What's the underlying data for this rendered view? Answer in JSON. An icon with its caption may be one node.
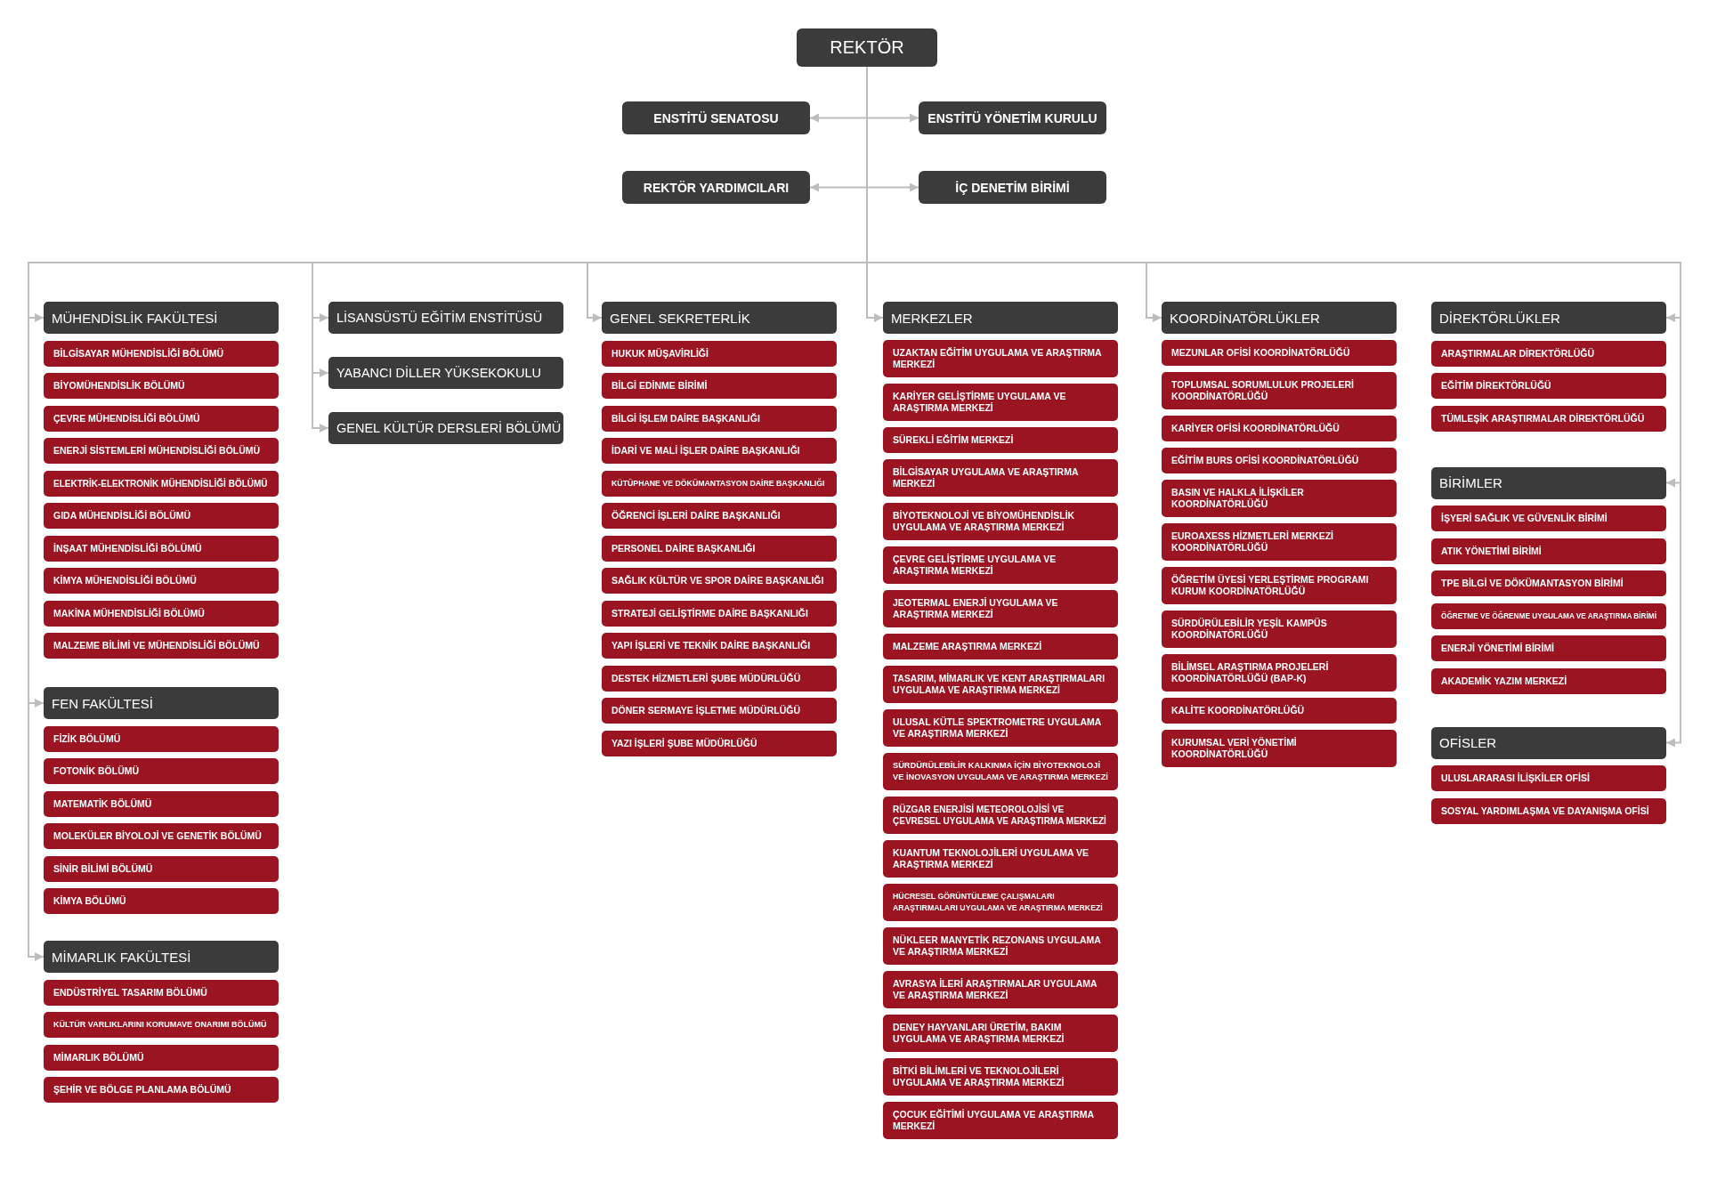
{
  "diagram": {
    "nodes": [
      {
        "text": [
          "REKTÖR"
        ]
      },
      {
        "text": [
          "ENSTİTÜ SENATOSU"
        ]
      },
      {
        "text": [
          "ENSTİTÜ YÖNETİM KURULU"
        ]
      },
      {
        "text": [
          "REKTÖR YARDIMCILARI"
        ]
      },
      {
        "text": [
          "İÇ DENETİM BİRİMİ"
        ]
      },
      {
        "text": [
          "MÜHENDİSLİK FAKÜLTESİ"
        ]
      },
      {
        "text": [
          "BİLGİSAYAR MÜHENDİSLİĞİ BÖLÜMÜ"
        ]
      },
      {
        "text": [
          "BİYOMÜHENDİSLİK BÖLÜMÜ"
        ]
      },
      {
        "text": [
          "ÇEVRE MÜHENDİSLİĞİ BÖLÜMÜ"
        ]
      },
      {
        "text": [
          "ENERJİ SİSTEMLERİ MÜHENDİSLİĞİ BÖLÜMÜ"
        ]
      },
      {
        "text": [
          "ELEKTRİK-ELEKTRONİK MÜHENDİSLİĞİ BÖLÜMÜ"
        ]
      },
      {
        "text": [
          "GIDA MÜHENDİSLİĞİ BÖLÜMÜ"
        ]
      },
      {
        "text": [
          "İNŞAAT MÜHENDİSLİĞİ BÖLÜMÜ"
        ]
      },
      {
        "text": [
          "KİMYA MÜHENDİSLİĞİ BÖLÜMÜ"
        ]
      },
      {
        "text": [
          "MAKİNA MÜHENDİSLİĞİ BÖLÜMÜ"
        ]
      },
      {
        "text": [
          "MALZEME BİLİMİ VE MÜHENDİSLİĞİ BÖLÜMÜ"
        ]
      },
      {
        "text": [
          "FEN FAKÜLTESİ"
        ]
      },
      {
        "text": [
          "FİZİK BÖLÜMÜ"
        ]
      },
      {
        "text": [
          "FOTONİK BÖLÜMÜ"
        ]
      },
      {
        "text": [
          "MATEMATİK BÖLÜMÜ"
        ]
      },
      {
        "text": [
          "MOLEKÜLER BİYOLOJİ VE GENETİK BÖLÜMÜ"
        ]
      },
      {
        "text": [
          "SİNİR BİLİMİ BÖLÜMÜ"
        ]
      },
      {
        "text": [
          "KİMYA BÖLÜMÜ"
        ]
      },
      {
        "text": [
          "MİMARLIK FAKÜLTESİ"
        ]
      },
      {
        "text": [
          "ENDÜSTRİYEL TASARIM BÖLÜMÜ"
        ]
      },
      {
        "text": [
          "KÜLTÜR VARLIKLARINI KORUMAVE ONARIMI BÖLÜMÜ"
        ]
      },
      {
        "text": [
          "MİMARLIK BÖLÜMÜ"
        ]
      },
      {
        "text": [
          "ŞEHİR VE BÖLGE PLANLAMA BÖLÜMÜ"
        ]
      },
      {
        "text": [
          "LİSANSÜSTÜ EĞİTİM ENSTİTÜSÜ"
        ]
      },
      {
        "text": [
          "YABANCI DİLLER YÜKSEKOKULU"
        ]
      },
      {
        "text": [
          "GENEL KÜLTÜR DERSLERİ BÖLÜMÜ"
        ]
      },
      {
        "text": [
          "GENEL SEKRETERLİK"
        ]
      },
      {
        "text": [
          "HUKUK MÜŞAVİRLİĞİ"
        ]
      },
      {
        "text": [
          "BİLGİ EDİNME BİRİMİ"
        ]
      },
      {
        "text": [
          "BİLGİ İŞLEM DAİRE BAŞKANLIĞI"
        ]
      },
      {
        "text": [
          "İDARİ VE MALİ İŞLER DAİRE BAŞKANLIĞI"
        ]
      },
      {
        "text": [
          "KÜTÜPHANE VE DÖKÜMANTASYON DAİRE BAŞKANLIĞI"
        ]
      },
      {
        "text": [
          "ÖĞRENCİ İŞLERİ DAİRE BAŞKANLIĞI"
        ]
      },
      {
        "text": [
          "PERSONEL DAİRE BAŞKANLIĞI"
        ]
      },
      {
        "text": [
          "SAĞLIK KÜLTÜR VE SPOR DAİRE BAŞKANLIĞI"
        ]
      },
      {
        "text": [
          "STRATEJİ GELİŞTİRME DAİRE BAŞKANLIĞI"
        ]
      },
      {
        "text": [
          "YAPI İŞLERİ VE TEKNİK DAİRE BAŞKANLIĞI"
        ]
      },
      {
        "text": [
          "DESTEK HİZMETLERİ ŞUBE MÜDÜRLÜĞÜ"
        ]
      },
      {
        "text": [
          "DÖNER SERMAYE İŞLETME MÜDÜRLÜĞÜ"
        ]
      },
      {
        "text": [
          "YAZI İŞLERİ ŞUBE MÜDÜRLÜĞÜ"
        ]
      },
      {
        "text": [
          "MERKEZLER"
        ]
      },
      {
        "text": [
          "UZAKTAN EĞİTİM UYGULAMA VE ARAŞTIRMA MERKEZİ"
        ]
      },
      {
        "text": [
          "KARİYER GELİŞTİRME UYGULAMA VE ARAŞTIRMA MERKEZİ"
        ]
      },
      {
        "text": [
          "SÜREKLİ EĞİTİM MERKEZİ"
        ]
      },
      {
        "text": [
          "BİLGİSAYAR UYGULAMA VE ARAŞTIRMA MERKEZİ"
        ]
      },
      {
        "text": [
          "BİYOTEKNOLOJİ VE BİYOMÜHENDİSLİK UYGULAMA VE ARAŞTIRMA MERKEZİ"
        ]
      },
      {
        "text": [
          "ÇEVRE GELİŞTİRME UYGULAMA VE ARAŞTIRMA MERKEZİ"
        ]
      },
      {
        "text": [
          "JEOTERMAL ENERJİ UYGULAMA VE ARAŞTIRMA MERKEZİ"
        ]
      },
      {
        "text": [
          "MALZEME ARAŞTIRMA MERKEZİ"
        ]
      },
      {
        "text": [
          "TASARIM, MİMARLIK VE KENT ARAŞTIRMALARI UYGULAMA VE ARAŞTIRMA MERKEZİ"
        ]
      },
      {
        "text": [
          "ULUSAL KÜTLE SPEKTROMETRE UYGULAMA VE ARAŞTIRMA MERKEZİ"
        ]
      },
      {
        "text": [
          "SÜRDÜRÜLEBİLİR KALKINMA İÇİN BİYOTEKNOLOJİ VE İNOVASYON UYGULAMA VE ARAŞTIRMA MERKEZİ"
        ]
      },
      {
        "text": [
          "RÜZGAR ENERJİSİ METEOROLOJİSİ VE ÇEVRESEL UYGULAMA VE ARAŞTIRMA MERKEZİ"
        ]
      },
      {
        "text": [
          "KUANTUM TEKNOLOJİLERİ UYGULAMA VE ARAŞTIRMA MERKEZİ"
        ]
      },
      {
        "text": [
          "HÜCRESEL GÖRÜNTÜLEME ÇALIŞMALARI ARAŞTIRMALARI UYGULAMA VE ARAŞTIRMA MERKEZİ"
        ]
      },
      {
        "text": [
          "NÜKLEER MANYETİK REZONANS UYGULAMA VE ARAŞTIRMA MERKEZİ"
        ]
      },
      {
        "text": [
          "AVRASYA İLERİ ARAŞTIRMALAR UYGULAMA VE ARAŞTIRMA MERKEZİ"
        ]
      },
      {
        "text": [
          "DENEY HAYVANLARI ÜRETİM, BAKIM UYGULAMA VE ARAŞTIRMA MERKEZİ"
        ]
      },
      {
        "text": [
          "BİTKİ BİLİMLERİ VE TEKNOLOJİLERİ UYGULAMA VE ARAŞTIRMA MERKEZİ"
        ]
      },
      {
        "text": [
          "ÇOCUK EĞİTİMİ UYGULAMA VE ARAŞTIRMA MERKEZİ"
        ]
      },
      {
        "text": [
          "KOORDİNATÖRLÜKLER"
        ]
      },
      {
        "text": [
          "MEZUNLAR OFİSİ KOORDİNATÖRLÜĞÜ"
        ]
      },
      {
        "text": [
          "TOPLUMSAL SORUMLULUK PROJELERİ KOORDİNATÖRLÜĞÜ"
        ]
      },
      {
        "text": [
          "KARİYER OFİSİ KOORDİNATÖRLÜĞÜ"
        ]
      },
      {
        "text": [
          "EĞİTİM BURS OFİSİ KOORDİNATÖRLÜĞÜ"
        ]
      },
      {
        "text": [
          "BASIN VE HALKLA İLİŞKİLER KOORDİNATÖRLÜĞÜ"
        ]
      },
      {
        "text": [
          "EUROAXESS HİZMETLERİ MERKEZİ KOORDİNATÖRLÜĞÜ"
        ]
      },
      {
        "text": [
          "ÖĞRETİM ÜYESİ YERLEŞTİRME PROGRAMI KURUM KOORDİNATÖRLÜĞÜ"
        ]
      },
      {
        "text": [
          "SÜRDÜRÜLEBİLİR YEŞİL KAMPÜS KOORDİNATÖRLÜĞÜ"
        ]
      },
      {
        "text": [
          "BİLİMSEL ARAŞTIRMA PROJELERİ KOORDİNATÖRLÜĞÜ (BAP-K)"
        ]
      },
      {
        "text": [
          "KALİTE KOORDİNATÖRLÜĞÜ"
        ]
      },
      {
        "text": [
          "KURUMSAL VERİ YÖNETİMİ KOORDİNATÖRLÜĞÜ"
        ]
      },
      {
        "text": [
          "DİREKTÖRLÜKLER"
        ]
      },
      {
        "text": [
          "ARAŞTIRMALAR DİREKTÖRLÜĞÜ"
        ]
      },
      {
        "text": [
          "EĞİTİM DİREKTÖRLÜĞÜ"
        ]
      },
      {
        "text": [
          "TÜMLEŞİK ARAŞTIRMALAR DİREKTÖRLÜĞÜ"
        ]
      },
      {
        "text": [
          "BİRİMLER"
        ]
      },
      {
        "text": [
          "İŞYERİ SAĞLIK VE GÜVENLİK BİRİMİ"
        ]
      },
      {
        "text": [
          "ATIK YÖNETİMİ BİRİMİ"
        ]
      },
      {
        "text": [
          "TPE BİLGİ VE DÖKÜMANTASYON BİRİMİ"
        ]
      },
      {
        "text": [
          "ÖĞRETME VE ÖĞRENME UYGULAMA VE ARAŞTIRMA BİRİMİ"
        ]
      },
      {
        "text": [
          "ENERJİ YÖNETİMİ BİRİMİ"
        ]
      },
      {
        "text": [
          "AKADEMİK YAZIM MERKEZİ"
        ]
      },
      {
        "text": [
          "OFİSLER"
        ]
      },
      {
        "text": [
          "ULUSLARARASI İLİŞKİLER OFİSİ"
        ]
      },
      {
        "text": [
          "SOSYAL YARDIMLAŞMA VE DAYANIŞMA OFİSİ"
        ]
      }
    ],
    "edges": [
      {
        "from": 0,
        "to": 1,
        "arrow": "to"
      },
      {
        "from": 0,
        "to": 2,
        "arrow": "to"
      },
      {
        "from": 0,
        "to": 3,
        "arrow": "to"
      },
      {
        "from": 0,
        "to": 4,
        "arrow": "to"
      },
      {
        "from": 0,
        "to": 5,
        "arrow": "to"
      },
      {
        "from": 0,
        "to": 16,
        "arrow": "to"
      },
      {
        "from": 0,
        "to": 23,
        "arrow": "to"
      },
      {
        "from": 0,
        "to": 28,
        "arrow": "to"
      },
      {
        "from": 0,
        "to": 29,
        "arrow": "to"
      },
      {
        "from": 0,
        "to": 30,
        "arrow": "to"
      },
      {
        "from": 0,
        "to": 31,
        "arrow": "to"
      },
      {
        "from": 0,
        "to": 45,
        "arrow": "to"
      },
      {
        "from": 0,
        "to": 65,
        "arrow": "to"
      },
      {
        "from": 0,
        "to": 77,
        "arrow": "to"
      },
      {
        "from": 0,
        "to": 81,
        "arrow": "to"
      },
      {
        "from": 0,
        "to": 88,
        "arrow": "to"
      }
    ]
  }
}
